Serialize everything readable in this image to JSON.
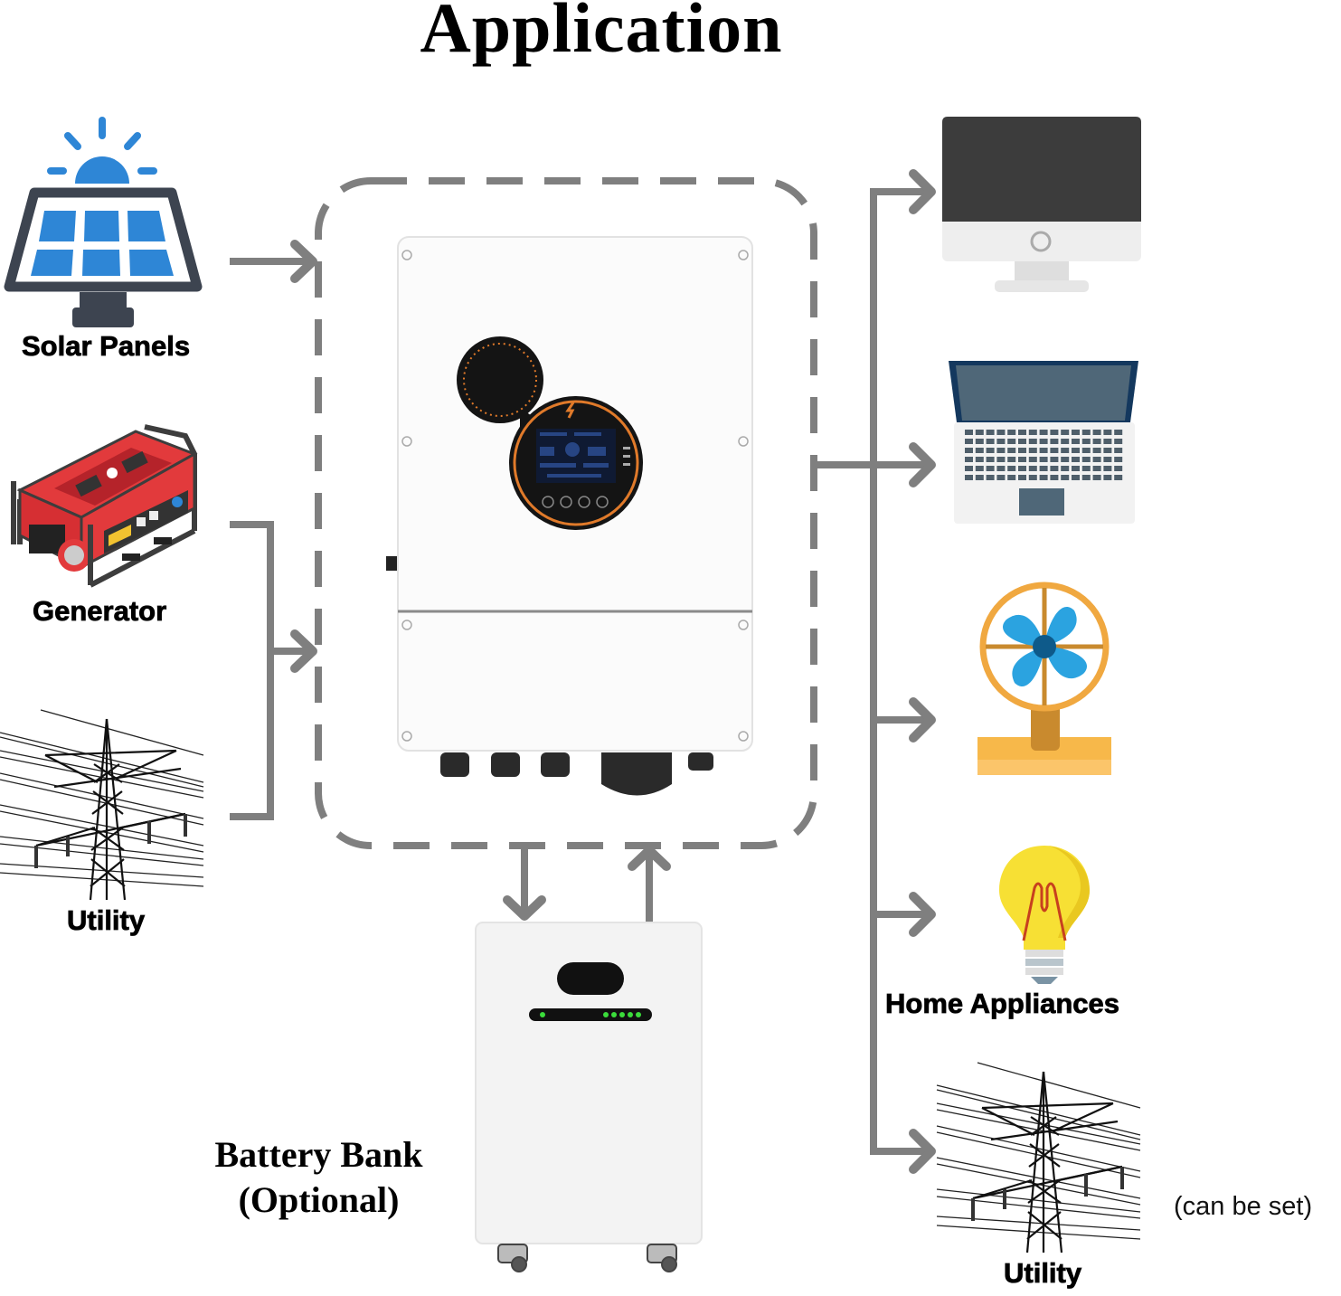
{
  "title": "Application",
  "sources": [
    {
      "id": "solar",
      "label": "Solar Panels",
      "icon": "solar-panel-icon"
    },
    {
      "id": "generator",
      "label": "Generator",
      "icon": "generator-icon"
    },
    {
      "id": "utility_in",
      "label": "Utility",
      "icon": "power-tower-icon"
    }
  ],
  "inverter": {
    "icon": "hybrid-inverter-icon"
  },
  "battery": {
    "label_line1": "Battery Bank",
    "label_line2": "(Optional)",
    "icon": "battery-bank-icon",
    "indicator_leds_lit": 6
  },
  "loads": {
    "items": [
      {
        "id": "desktop",
        "icon": "desktop-monitor-icon"
      },
      {
        "id": "laptop",
        "icon": "laptop-icon"
      },
      {
        "id": "fan",
        "icon": "fan-icon"
      },
      {
        "id": "bulb",
        "icon": "light-bulb-icon"
      }
    ],
    "group_label": "Home Appliances"
  },
  "grid_out": {
    "label": "Utility",
    "note": "(can be set)",
    "icon": "power-tower-icon"
  },
  "colors": {
    "connector": "#7f7f7f",
    "solar_blue": "#2e86d6",
    "frame_dark": "#3d4450",
    "generator_red": "#e23a3c",
    "inverter_orange": "#e07a2a",
    "led_green": "#3bdc3b",
    "fan_blue": "#2ba3e0",
    "fan_orange": "#f0a840",
    "bulb_yellow": "#f7e034"
  }
}
